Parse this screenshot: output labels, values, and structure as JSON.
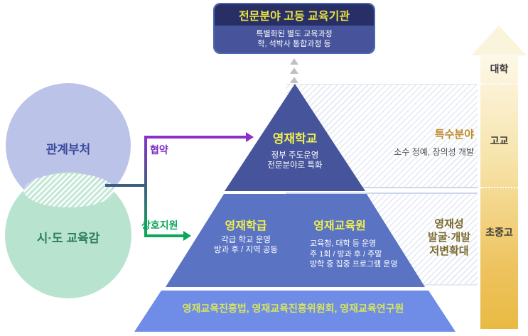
{
  "top_box": {
    "title": "전문분야 고등 교육기관",
    "line1": "특별화된 별도 교육과정",
    "line2": "학, 석박사 통합과정 등"
  },
  "circles": {
    "gov": "관계부처",
    "edu": "시·도 교육감"
  },
  "connectors": {
    "agreement_label": "협약",
    "support_label": "상호지원"
  },
  "pyramid": {
    "top": {
      "title": "영재학교",
      "sub1": "정부 주도운영",
      "sub2": "전문분야로 특화"
    },
    "middle_left": {
      "title": "영재학급",
      "sub1": "각급 학교 운영",
      "sub2": "방과 후 / 지역 공동"
    },
    "middle_right": {
      "title": "영재교육원",
      "sub1": "교육청, 대학 등 운영",
      "sub2": "주 1회 / 방과 후 / 주말",
      "sub3": "방학 중 집중 프로그램 운영"
    },
    "base": {
      "label": "영재교육진흥법, 영재교육진흥위원회, 영재교육연구원"
    }
  },
  "side_notes": {
    "special": {
      "title": "특수분야",
      "desc": "소수 정예, 창의성 개발"
    },
    "gifted": {
      "line1": "영재성",
      "line2": "발굴·개발",
      "line3": "저변확대"
    }
  },
  "level_arrow": {
    "university": "대학",
    "highschool": "고교",
    "elementary": "초중고"
  },
  "colors": {
    "pyramid_top": "#46549b",
    "pyramid_middle": "#5a73c2",
    "pyramid_base": "#6f8de6",
    "title_yellow": "#eff04f",
    "box_head": "#272f66",
    "box_body": "#47549b",
    "box_title_yellow": "#ece43c",
    "circle_gov": "#bcc3e8",
    "circle_edu": "#b7e3cf",
    "arrow_purple": "#8b2fc9",
    "arrow_green": "#0ca85a",
    "connector_slate": "#3e5f82",
    "gold_arrow_top": "#fdf8e9",
    "gold_arrow_bottom": "#e9ba43",
    "note_special": "#be8e2e",
    "note_gifted": "#7a6b2d",
    "base_label_text": "#d9e65a"
  }
}
